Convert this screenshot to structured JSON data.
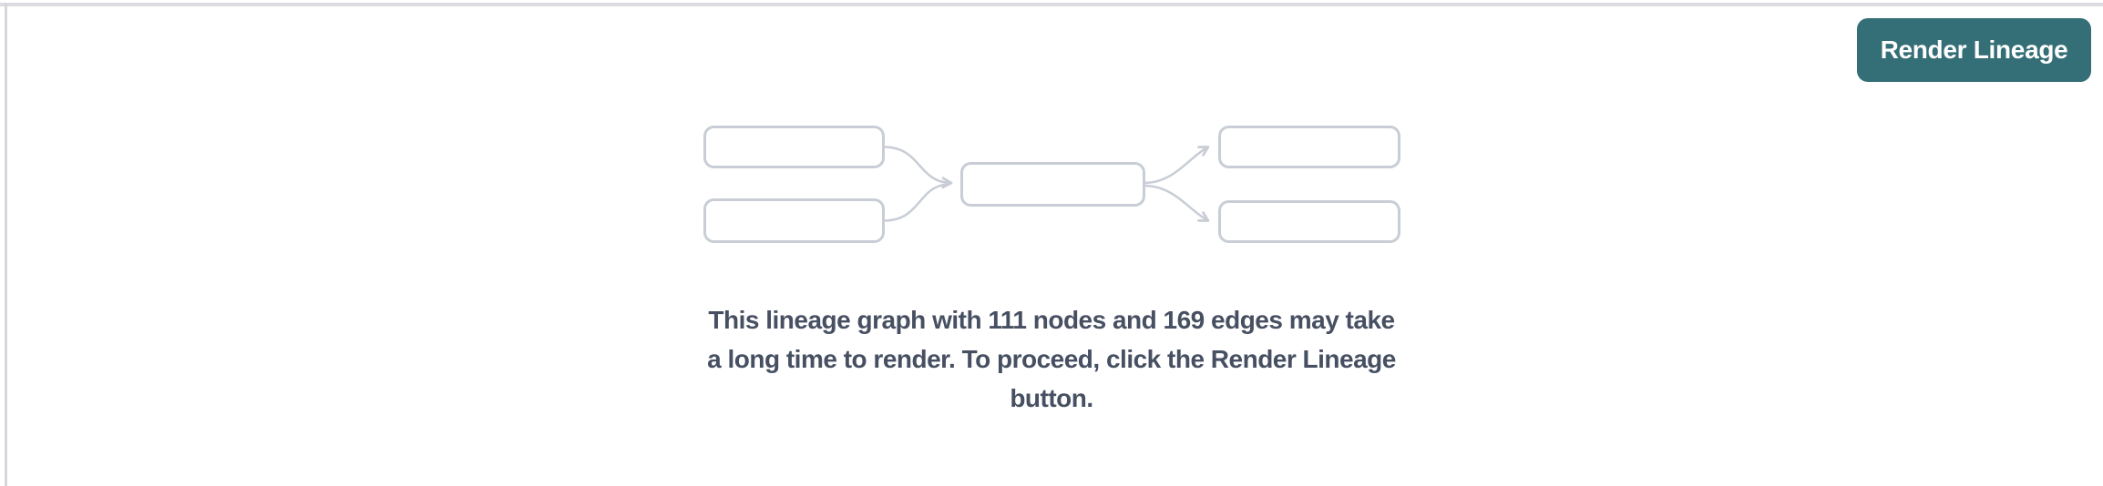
{
  "header": {
    "render_lineage_button_label": "Render Lineage"
  },
  "empty_state": {
    "graphic": "lineage-graph-placeholder",
    "node_count": 111,
    "edge_count": 169,
    "message_lines": [
      "This lineage graph with 111 nodes and 169 edges may take",
      "a long time to render. To proceed, click the Render Lineage",
      "button."
    ]
  },
  "colors": {
    "button_background": "#346E76",
    "button_text": "#FFFFFF",
    "message_text": "#475062",
    "diagram_stroke": "#C8CDD6",
    "top_border_line": "#DCDCE1",
    "left_border_line": "#D6D6DC",
    "page_background": "#FFFFFF"
  }
}
